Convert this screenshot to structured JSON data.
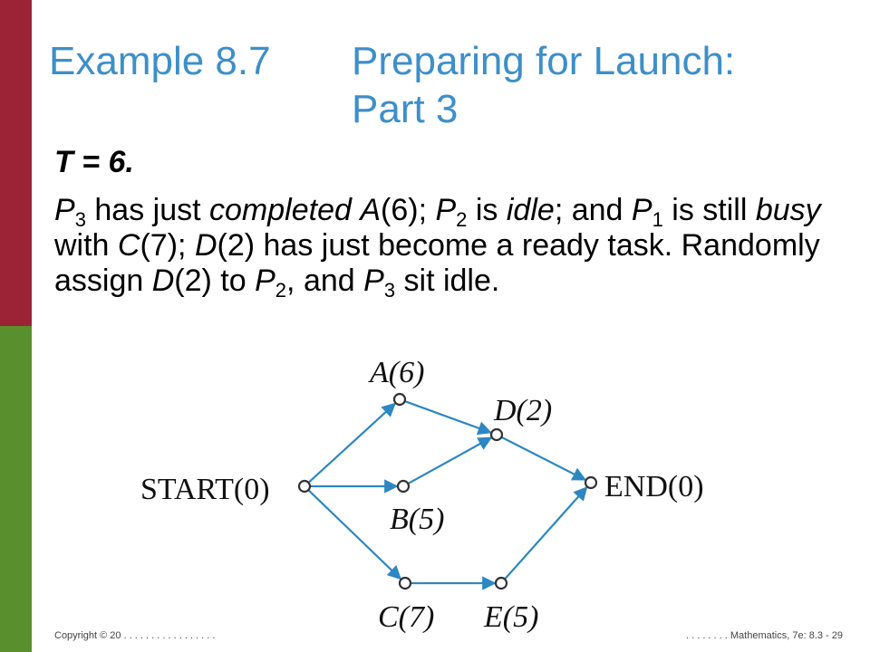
{
  "title": {
    "number": "Example 8.7",
    "main": "Preparing for Launch:",
    "sub": "Part 3"
  },
  "body": {
    "t_line": "T = 6.",
    "paragraph": [
      {
        "t": "P",
        "i": true
      },
      {
        "t": "3",
        "sub": true
      },
      {
        "t": " has just "
      },
      {
        "t": "completed",
        "i": true
      },
      {
        "t": " "
      },
      {
        "t": "A",
        "i": true
      },
      {
        "t": "(6); "
      },
      {
        "t": "P",
        "i": true
      },
      {
        "t": "2",
        "sub": true
      },
      {
        "t": " is "
      },
      {
        "t": "idle",
        "i": true
      },
      {
        "t": "; and "
      },
      {
        "t": "P",
        "i": true
      },
      {
        "t": "1",
        "sub": true
      },
      {
        "t": " is still "
      },
      {
        "t": "busy",
        "i": true
      },
      {
        "t": " with "
      },
      {
        "t": "C",
        "i": true
      },
      {
        "t": "(7); "
      },
      {
        "t": "D",
        "i": true
      },
      {
        "t": "(2) has just become a ready task. Randomly assign "
      },
      {
        "t": "D",
        "i": true
      },
      {
        "t": "(2) to "
      },
      {
        "t": "P",
        "i": true
      },
      {
        "t": "2",
        "sub": true
      },
      {
        "t": ", and "
      },
      {
        "t": "P",
        "i": true
      },
      {
        "t": "3",
        "sub": true
      },
      {
        "t": " sit idle."
      }
    ]
  },
  "diagram": {
    "nodes": [
      {
        "id": "start",
        "label": "START(0)",
        "italic": false
      },
      {
        "id": "a",
        "label": "A(6)",
        "italic": true
      },
      {
        "id": "b",
        "label": "B(5)",
        "italic": true
      },
      {
        "id": "c",
        "label": "C(7)",
        "italic": true
      },
      {
        "id": "d",
        "label": "D(2)",
        "italic": true
      },
      {
        "id": "e",
        "label": "E(5)",
        "italic": true
      },
      {
        "id": "end",
        "label": "END(0)",
        "italic": false
      }
    ],
    "edges": [
      [
        "start",
        "a"
      ],
      [
        "start",
        "b"
      ],
      [
        "start",
        "c"
      ],
      [
        "a",
        "d"
      ],
      [
        "b",
        "d"
      ],
      [
        "c",
        "e"
      ],
      [
        "d",
        "end"
      ],
      [
        "e",
        "end"
      ]
    ],
    "edge_color": "#2d87c2"
  },
  "footer": {
    "left": "Copyright © 20 . . . . . . . . . . . . . . . . .",
    "right": ". . . . . . . . Mathematics, 7e: 8.3 - 29"
  },
  "colors": {
    "title": "#3d8fc9",
    "bar_top": "#9b2335",
    "bar_bottom": "#5a8f2e"
  }
}
